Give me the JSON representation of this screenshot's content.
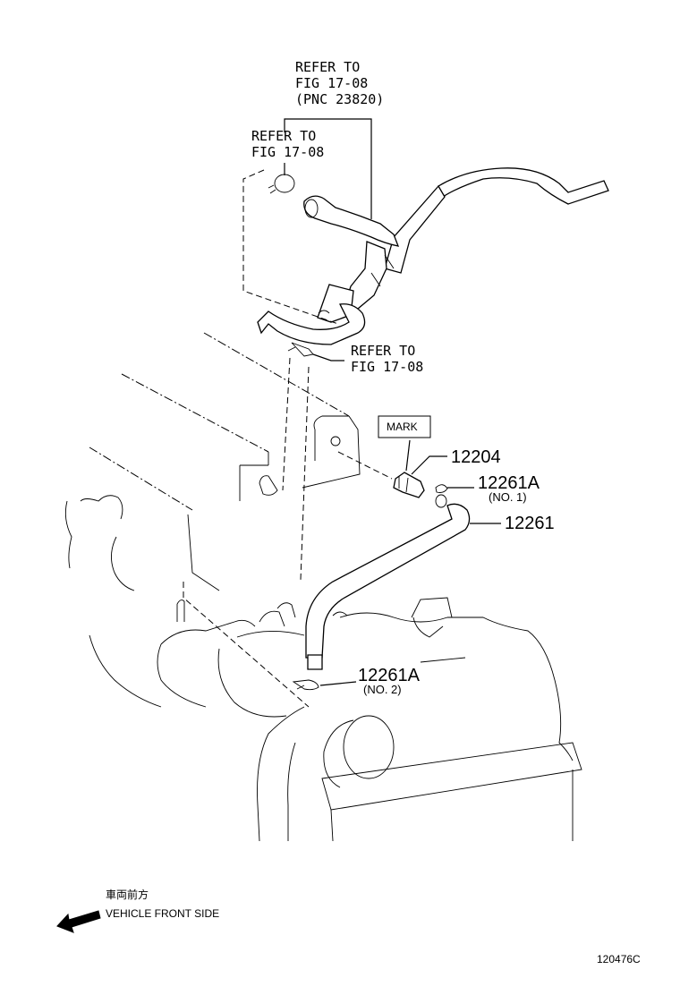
{
  "labels": {
    "refer_top_1": "REFER TO",
    "refer_top_2": "FIG 17-08",
    "refer_top_3": "(PNC 23820)",
    "refer_mid_1": "REFER TO",
    "refer_mid_2": "FIG 17-08",
    "refer_low_1": "REFER TO",
    "refer_low_2": "FIG 17-08",
    "mark": "MARK",
    "part_12204": "12204",
    "part_12261a_no1": "12261A",
    "part_12261a_no1_sub": "(NO. 1)",
    "part_12261": "12261",
    "part_12261a_no2": "12261A",
    "part_12261a_no2_sub": "(NO. 2)"
  },
  "legend": {
    "jp": "車両前方",
    "en": "VEHICLE FRONT SIDE"
  },
  "figure_id": "120476C",
  "icons": {
    "front_arrow": "arrow-left-down-icon"
  }
}
